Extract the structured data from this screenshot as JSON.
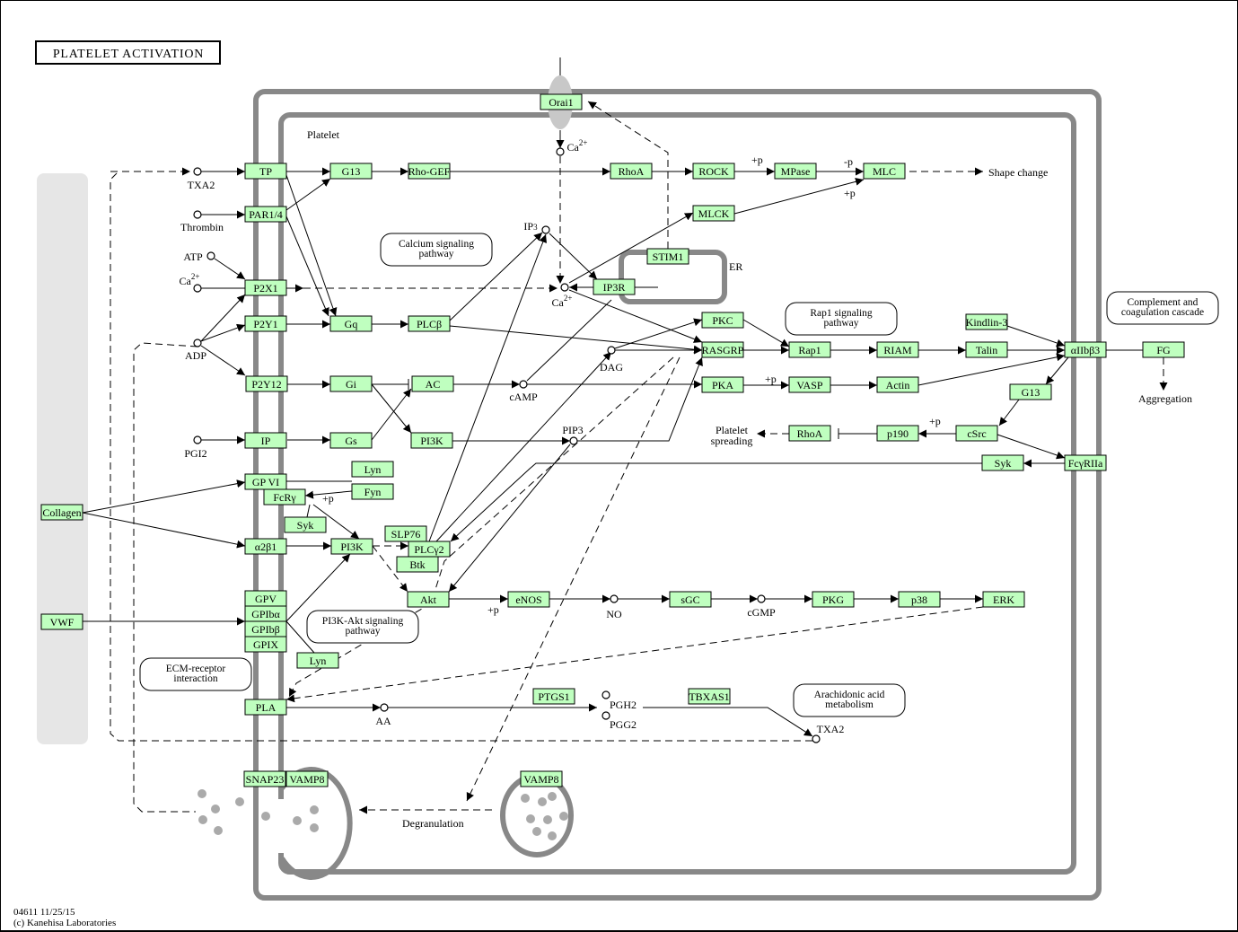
{
  "title": "PLATELET ACTIVATION",
  "compartments": {
    "cell_label": "Platelet",
    "er_label": "ER"
  },
  "genes": {
    "TP": "TP",
    "PAR14": "PAR1/4",
    "P2X1": "P2X1",
    "P2Y1": "P2Y1",
    "P2Y12": "P2Y12",
    "IP": "IP",
    "GPVI": "GP VI",
    "FcRy": "FcRγ",
    "a2b1": "α2β1",
    "GPV": "GPV",
    "GPIba": "GPIbα",
    "GPIbb": "GPIbβ",
    "GPIX": "GPIX",
    "PLA": "PLA",
    "SNAP23": "SNAP23",
    "VAMP8a": "VAMP8",
    "VAMP8b": "VAMP8",
    "Collagen": "Collagen",
    "VWF": "VWF",
    "G13a": "G13",
    "RhoGEF": "Rho-GEF",
    "RhoA1": "RhoA",
    "ROCK": "ROCK",
    "MPase": "MPase",
    "MLC": "MLC",
    "MLCK": "MLCK",
    "Orai1": "Orai1",
    "STIM1": "STIM1",
    "IP3R": "IP3R",
    "Gq": "Gq",
    "PLCb": "PLCβ",
    "Gi": "Gi",
    "AC": "AC",
    "Gs": "Gs",
    "PI3K1": "PI3K",
    "Lyn1": "Lyn",
    "Fyn": "Fyn",
    "Syk1": "Syk",
    "PI3K2": "PI3K",
    "SLP76": "SLP76",
    "PLCy2": "PLCγ2",
    "Btk": "Btk",
    "Akt": "Akt",
    "eNOS": "eNOS",
    "sGC": "sGC",
    "PKG": "PKG",
    "p38": "p38",
    "ERK": "ERK",
    "Lyn2": "Lyn",
    "PTGS1": "PTGS1",
    "TBXAS1": "TBXAS1",
    "PKC": "PKC",
    "RASGRP": "RASGRP",
    "PKA": "PKA",
    "Rap1": "Rap1",
    "RIAM": "RIAM",
    "Talin": "Talin",
    "Kindlin3": "Kindlin-3",
    "VASP": "VASP",
    "Actin": "Actin",
    "aIIbb3": "αIIbβ3",
    "FG": "FG",
    "G13b": "G13",
    "cSrc": "cSrc",
    "p190": "p190",
    "RhoA2": "RhoA",
    "Syk2": "Syk",
    "FcyRIIa": "FcγRIIa"
  },
  "compounds": {
    "TXA2_in": "TXA2",
    "Thrombin": "Thrombin",
    "ATP": "ATP",
    "Ca_out": "Ca2+",
    "ADP": "ADP",
    "PGI2": "PGI2",
    "Ca_orai": "Ca2+",
    "IP3": "IP3",
    "Ca_cyt": "Ca2+",
    "DAG": "DAG",
    "cAMP": "cAMP",
    "PIP3": "PIP3",
    "NO": "NO",
    "cGMP": "cGMP",
    "AA": "AA",
    "PGH2": "PGH2",
    "PGG2": "PGG2",
    "TXA2_out": "TXA2"
  },
  "pathway_maps": {
    "calcium": [
      "Calcium signaling",
      "pathway"
    ],
    "rap1": [
      "Rap1 signaling",
      "pathway"
    ],
    "complement": [
      "Complement and",
      "coagulation cascade"
    ],
    "pi3k": [
      "PI3K-Akt signaling",
      "pathway"
    ],
    "ecm": [
      "ECM-receptor",
      "interaction"
    ],
    "arachidonic": [
      "Arachidonic acid",
      "metabolism"
    ]
  },
  "labels": {
    "shape_change": "Shape change",
    "aggregation": "Aggregation",
    "platelet_spreading": [
      "Platelet",
      "spreading"
    ],
    "degranulation": "Degranulation",
    "plus_p": "+p",
    "minus_p": "-p"
  },
  "footer": {
    "line1": "04611 11/25/15",
    "line2": "(c) Kanehisa Laboratories"
  },
  "colors": {
    "gene_fill": "#bfffbf",
    "membrane": "#888888",
    "ecm_band": "#e6e6e6"
  }
}
